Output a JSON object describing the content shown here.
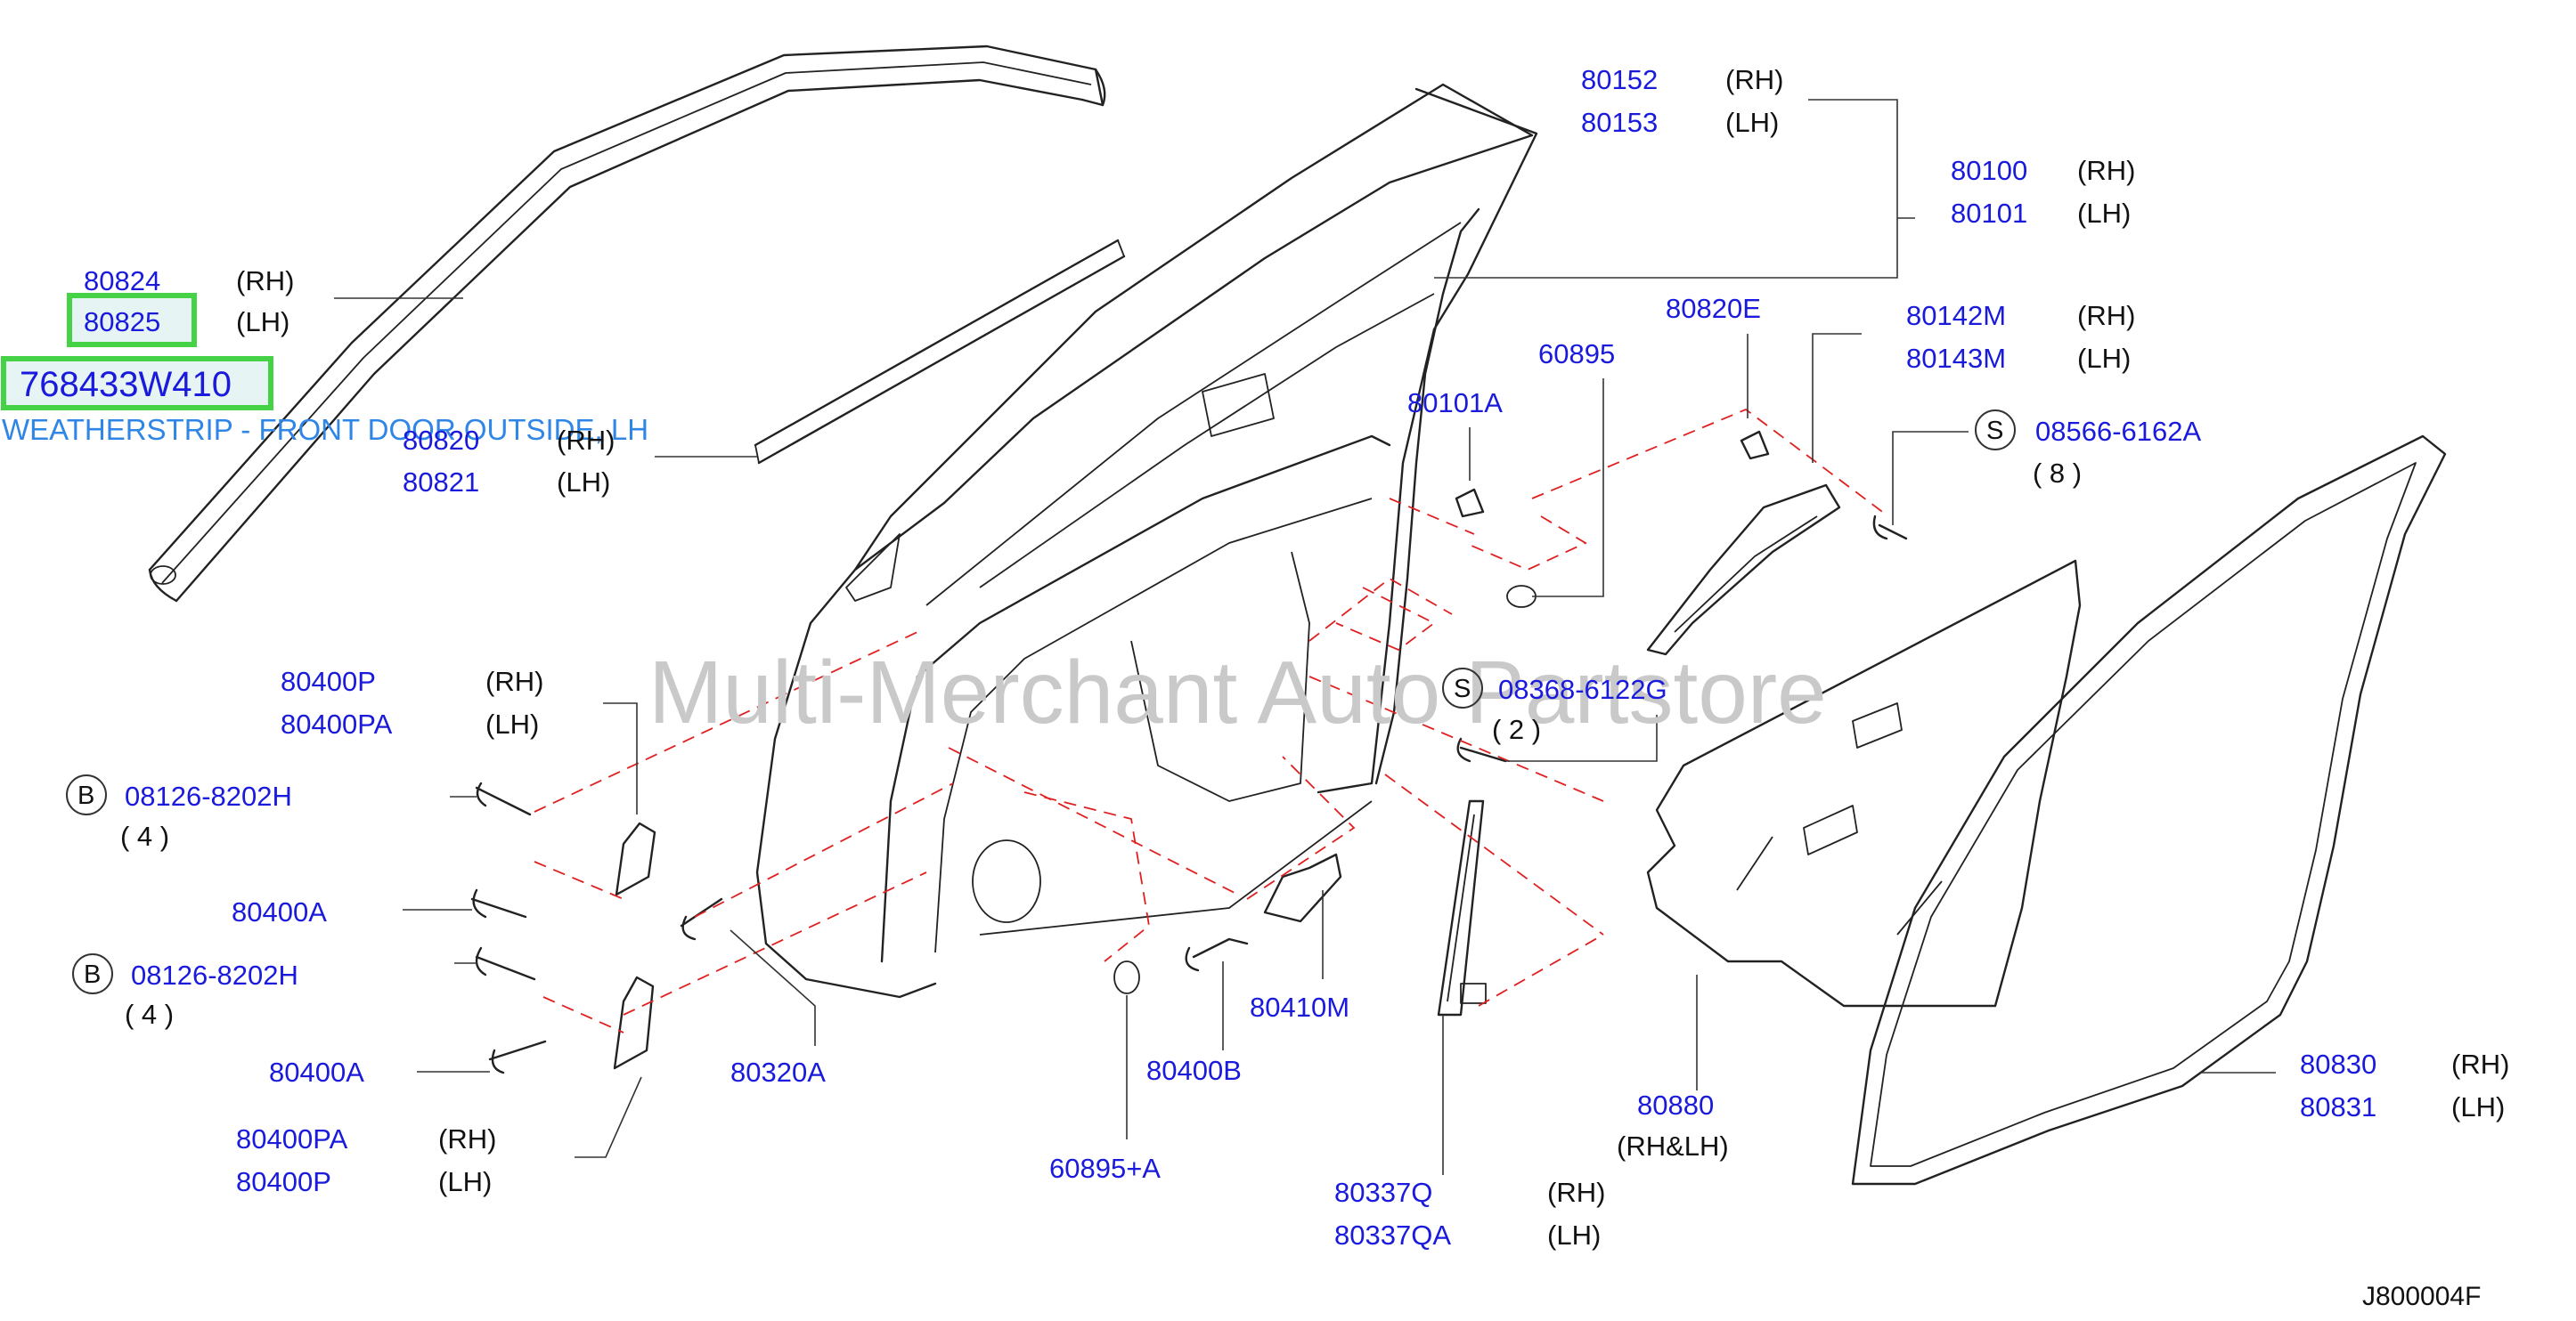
{
  "watermark": "Multi-Merchant Auto Partstore",
  "highlight": {
    "part_number": "768433W410",
    "description": "WEATHERSTRIP - FRONT DOOR OUTSIDE, LH"
  },
  "diagram_code": "J800004F",
  "callouts": [
    {
      "id": "c1",
      "num": "80152",
      "side": "(RH)"
    },
    {
      "id": "c2",
      "num": "80153",
      "side": "(LH)"
    },
    {
      "id": "c3",
      "num": "80100",
      "side": "(RH)"
    },
    {
      "id": "c4",
      "num": "80101",
      "side": "(LH)"
    },
    {
      "id": "c5",
      "num": "80824",
      "side": "(RH)"
    },
    {
      "id": "c6",
      "num": "80825",
      "side": "(LH)"
    },
    {
      "id": "c7",
      "num": "80820",
      "side": "(RH)"
    },
    {
      "id": "c8",
      "num": "80821",
      "side": "(LH)"
    },
    {
      "id": "c9",
      "num": "80820E",
      "side": ""
    },
    {
      "id": "c10",
      "num": "80142M",
      "side": "(RH)"
    },
    {
      "id": "c11",
      "num": "80143M",
      "side": "(LH)"
    },
    {
      "id": "c12",
      "num": "60895",
      "side": ""
    },
    {
      "id": "c13",
      "num": "80101A",
      "side": ""
    },
    {
      "id": "c14",
      "num": "08566-6162A",
      "side": "",
      "mark": "S",
      "qty": "( 8 )"
    },
    {
      "id": "c15",
      "num": "08368-6122G",
      "side": "",
      "mark": "S",
      "qty": "( 2 )"
    },
    {
      "id": "c16",
      "num": "80400P",
      "side": "(RH)"
    },
    {
      "id": "c17",
      "num": "80400PA",
      "side": "(LH)"
    },
    {
      "id": "c18",
      "num": "08126-8202H",
      "side": "",
      "mark": "B",
      "qty": "( 4 )"
    },
    {
      "id": "c19",
      "num": "80400A",
      "side": ""
    },
    {
      "id": "c20",
      "num": "08126-8202H",
      "side": "",
      "mark": "B",
      "qty": "( 4 )"
    },
    {
      "id": "c21",
      "num": "80400A",
      "side": ""
    },
    {
      "id": "c22",
      "num": "80400PA",
      "side": "(RH)"
    },
    {
      "id": "c23",
      "num": "80400P",
      "side": "(LH)"
    },
    {
      "id": "c24",
      "num": "80320A",
      "side": ""
    },
    {
      "id": "c25",
      "num": "80410M",
      "side": ""
    },
    {
      "id": "c26",
      "num": "80400B",
      "side": ""
    },
    {
      "id": "c27",
      "num": "60895+A",
      "side": ""
    },
    {
      "id": "c28",
      "num": "80337Q",
      "side": "(RH)"
    },
    {
      "id": "c29",
      "num": "80337QA",
      "side": "(LH)"
    },
    {
      "id": "c30",
      "num": "80880",
      "side": "(RH&LH)"
    },
    {
      "id": "c31",
      "num": "80830",
      "side": "(RH)"
    },
    {
      "id": "c32",
      "num": "80831",
      "side": "(LH)"
    }
  ]
}
